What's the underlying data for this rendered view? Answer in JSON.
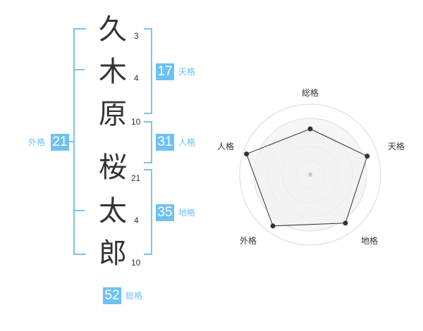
{
  "name": {
    "characters": [
      {
        "char": "久",
        "strokes": "3"
      },
      {
        "char": "木",
        "strokes": "4"
      },
      {
        "char": "原",
        "strokes": "10"
      },
      {
        "char": "桜",
        "strokes": "21"
      },
      {
        "char": "太",
        "strokes": "4"
      },
      {
        "char": "郎",
        "strokes": "10"
      }
    ]
  },
  "fortunes": {
    "tenkaku": {
      "value": "17",
      "label": "天格"
    },
    "jinkaku": {
      "value": "31",
      "label": "人格"
    },
    "chikaku": {
      "value": "35",
      "label": "地格"
    },
    "gaikaku": {
      "value": "21",
      "label": "外格"
    },
    "soukaku": {
      "value": "52",
      "label": "総格"
    }
  },
  "colors": {
    "accent": "#6ec1f2",
    "bracket": "#7cc3ef",
    "radar_fill": "#f1f1f1",
    "radar_grid": "#d9d9d9",
    "text": "#333333"
  },
  "chart_data": {
    "type": "radar",
    "axes": [
      "総格",
      "天格",
      "地格",
      "外格",
      "人格"
    ],
    "values": [
      0.65,
      0.85,
      0.85,
      0.9,
      0.95
    ],
    "max": 1,
    "rings": 5
  }
}
